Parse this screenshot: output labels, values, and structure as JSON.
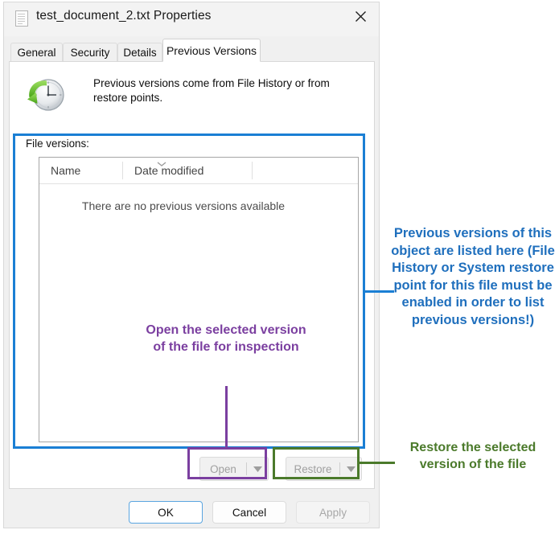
{
  "window": {
    "title": "test_document_2.txt Properties",
    "file_icon": "text-document-icon",
    "close_label": "✕"
  },
  "tabs": [
    {
      "label": "General",
      "active": false
    },
    {
      "label": "Security",
      "active": false
    },
    {
      "label": "Details",
      "active": false
    },
    {
      "label": "Previous Versions",
      "active": true
    }
  ],
  "info": {
    "icon": "clock-restore-icon",
    "text": "Previous versions come from File History or from restore points."
  },
  "file_versions": {
    "group_label": "File versions:",
    "columns": [
      {
        "label": "Name",
        "sorted": false
      },
      {
        "label": "Date modified",
        "sorted": true,
        "sort_indicator": "chevron-down-icon"
      },
      {
        "label": "",
        "sorted": false
      }
    ],
    "rows": [],
    "empty_message": "There are no previous versions available"
  },
  "action_buttons": {
    "open": {
      "label": "Open",
      "enabled": false,
      "has_dropdown": true
    },
    "restore": {
      "label": "Restore",
      "enabled": false,
      "has_dropdown": true
    }
  },
  "footer_buttons": {
    "ok": {
      "label": "OK",
      "enabled": true,
      "is_default": true
    },
    "cancel": {
      "label": "Cancel",
      "enabled": true,
      "is_default": false
    },
    "apply": {
      "label": "Apply",
      "enabled": false,
      "is_default": false
    }
  },
  "annotations": {
    "versions_list": {
      "text": "Previous versions of this object are listed here (File History or System restore point for this file must be enabled in order to list previous versions!)",
      "color": "#1f6fbd"
    },
    "open_button": {
      "text": "Open the selected version of the file for inspection",
      "color": "#7b3fa0"
    },
    "restore_button": {
      "text": "Restore the selected version of the file",
      "color": "#4b7a2b"
    }
  }
}
